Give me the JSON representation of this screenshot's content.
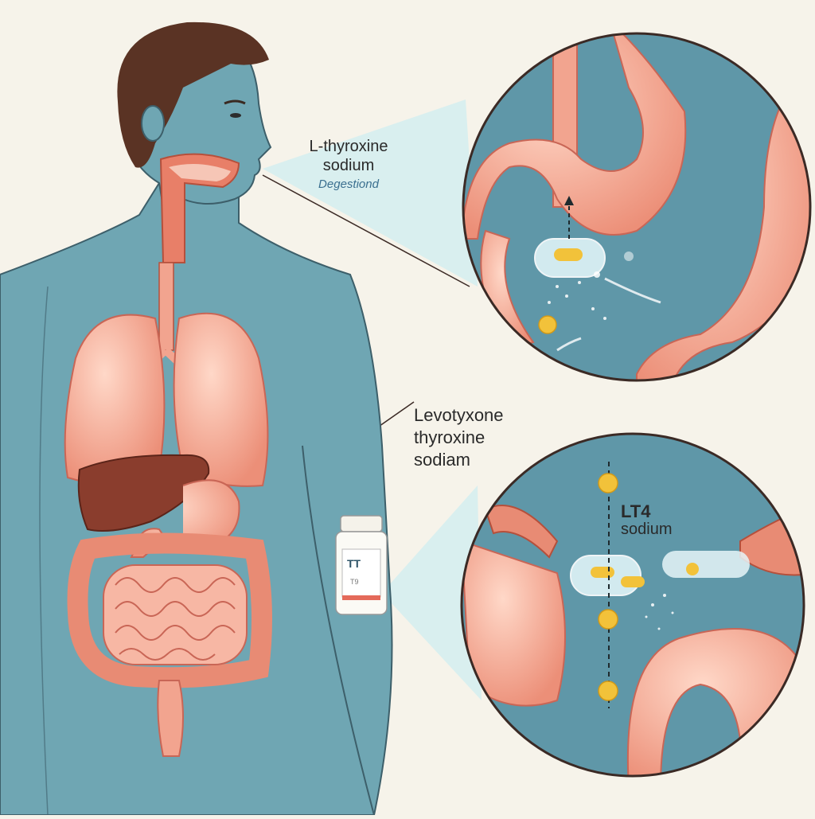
{
  "labels": {
    "top_title_line1": "L-thyroxine",
    "top_title_line2": "sodium",
    "top_subtitle": "Degestiond",
    "middle_line1": "Levotyxone",
    "middle_line2": "thyroxine",
    "middle_line3": "sodiam",
    "lower_line1": "LT4",
    "lower_line2": "sodium",
    "bottle_label": "TT",
    "bottle_small": "T9"
  },
  "colors": {
    "background": "#f6f3ea",
    "body_skin": "#6fa6b3",
    "organ_pink": "#f2a48f",
    "organ_dark": "#c96656",
    "liver": "#8a3d2d",
    "hair": "#5a3324",
    "capsule_yellow": "#f2c23a",
    "lens_bg": "#5f97a8"
  }
}
